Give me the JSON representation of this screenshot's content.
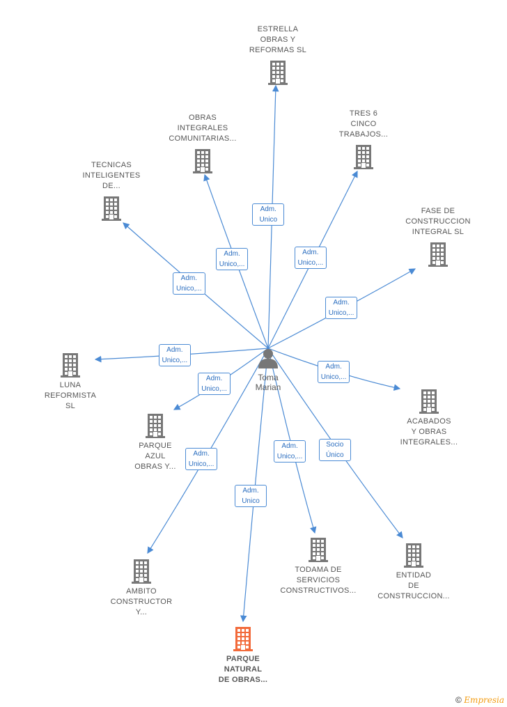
{
  "center": {
    "name": "Toma\nMarian",
    "icon": "person-icon"
  },
  "colors": {
    "edge": "#4a8ad4",
    "node": "#777777",
    "highlight": "#f26a3a"
  },
  "companies": [
    {
      "id": "estrella",
      "label": "ESTRELLA\nOBRAS Y\nREFORMAS SL",
      "role": "Adm.\nUnico"
    },
    {
      "id": "tres6",
      "label": "TRES 6\nCINCO\nTRABAJOS...",
      "role": "Adm.\nUnico,..."
    },
    {
      "id": "obras-integrales",
      "label": "OBRAS\nINTEGRALES\nCOMUNITARIAS...",
      "role": "Adm.\nUnico,..."
    },
    {
      "id": "tecnicas",
      "label": "TECNICAS\nINTELIGENTES\nDE...",
      "role": "Adm.\nUnico,..."
    },
    {
      "id": "fase",
      "label": "FASE DE\nCONSTRUCCION\nINTEGRAL  SL",
      "role": "Adm.\nUnico,..."
    },
    {
      "id": "luna",
      "label": "LUNA\nREFORMISTA\nSL",
      "role": "Adm.\nUnico,..."
    },
    {
      "id": "acabados",
      "label": "ACABADOS\nY OBRAS\nINTEGRALES...",
      "role": "Adm.\nUnico,..."
    },
    {
      "id": "parque-azul",
      "label": "PARQUE\nAZUL\nOBRAS Y...",
      "role": "Adm.\nUnico,..."
    },
    {
      "id": "ambito",
      "label": "AMBITO\nCONSTRUCTOR\nY...",
      "role": "Adm.\nUnico,..."
    },
    {
      "id": "parque-natural",
      "label": "PARQUE\nNATURAL\nDE OBRAS...",
      "role": "Adm.\nUnico",
      "highlight": true
    },
    {
      "id": "todama",
      "label": "TODAMA DE\nSERVICIOS\nCONSTRUCTIVOS...",
      "role": "Adm.\nUnico,..."
    },
    {
      "id": "entidad",
      "label": "ENTIDAD\nDE\nCONSTRUCCION...",
      "role": "Socio\nÚnico"
    }
  ],
  "footer": {
    "copyright": "©",
    "brand": "Empresia"
  }
}
